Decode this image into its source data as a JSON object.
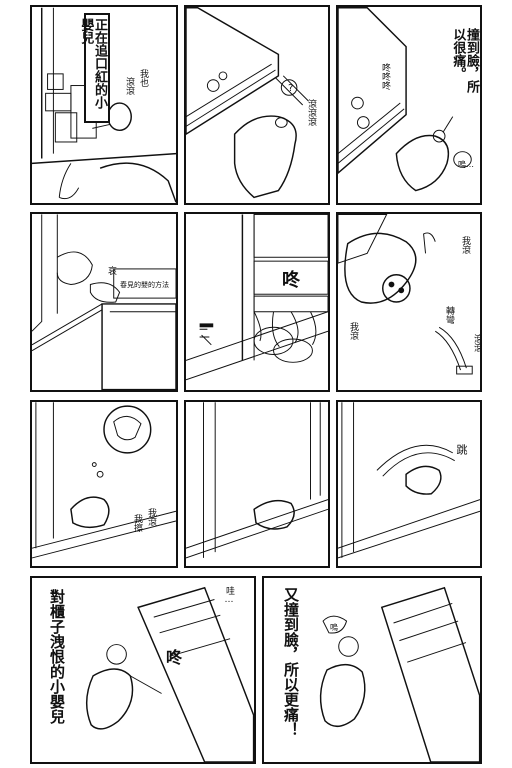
{
  "panels": {
    "p1": {
      "caption": "正在追口紅的小嬰兒",
      "sfx_roll": "滾滾",
      "sfx_me": "我也"
    },
    "p2": {
      "sfx_roll": "滾滾滾",
      "bubble": "?"
    },
    "p3": {
      "caption": "撞到臉，所以很痛。",
      "sfx_bump": "咚咚咚",
      "bubble": "嗚…"
    },
    "p4": {
      "sign_text": "春見的嬰的方法",
      "sfx": "哀"
    },
    "p5": {
      "sfx_big": "咚",
      "note": ""
    },
    "p6": {
      "sfx_roll_left": "我滾",
      "sfx_roll_right": "我滾",
      "sfx_turn": "轉彎",
      "sfx_roll2": "滾滾"
    },
    "p7": {
      "sfx_me": "我滾",
      "sfx_hmm": "我擦"
    },
    "p8": {},
    "p9": {
      "sfx_jump": "跳"
    },
    "p10": {
      "caption": "對櫃子洩恨的小嬰兒",
      "sfx_wa": "哇…",
      "sfx_hit": "咚"
    },
    "p11": {
      "caption": "又撞到臉，所以更痛！",
      "bubble": "嗚"
    }
  }
}
